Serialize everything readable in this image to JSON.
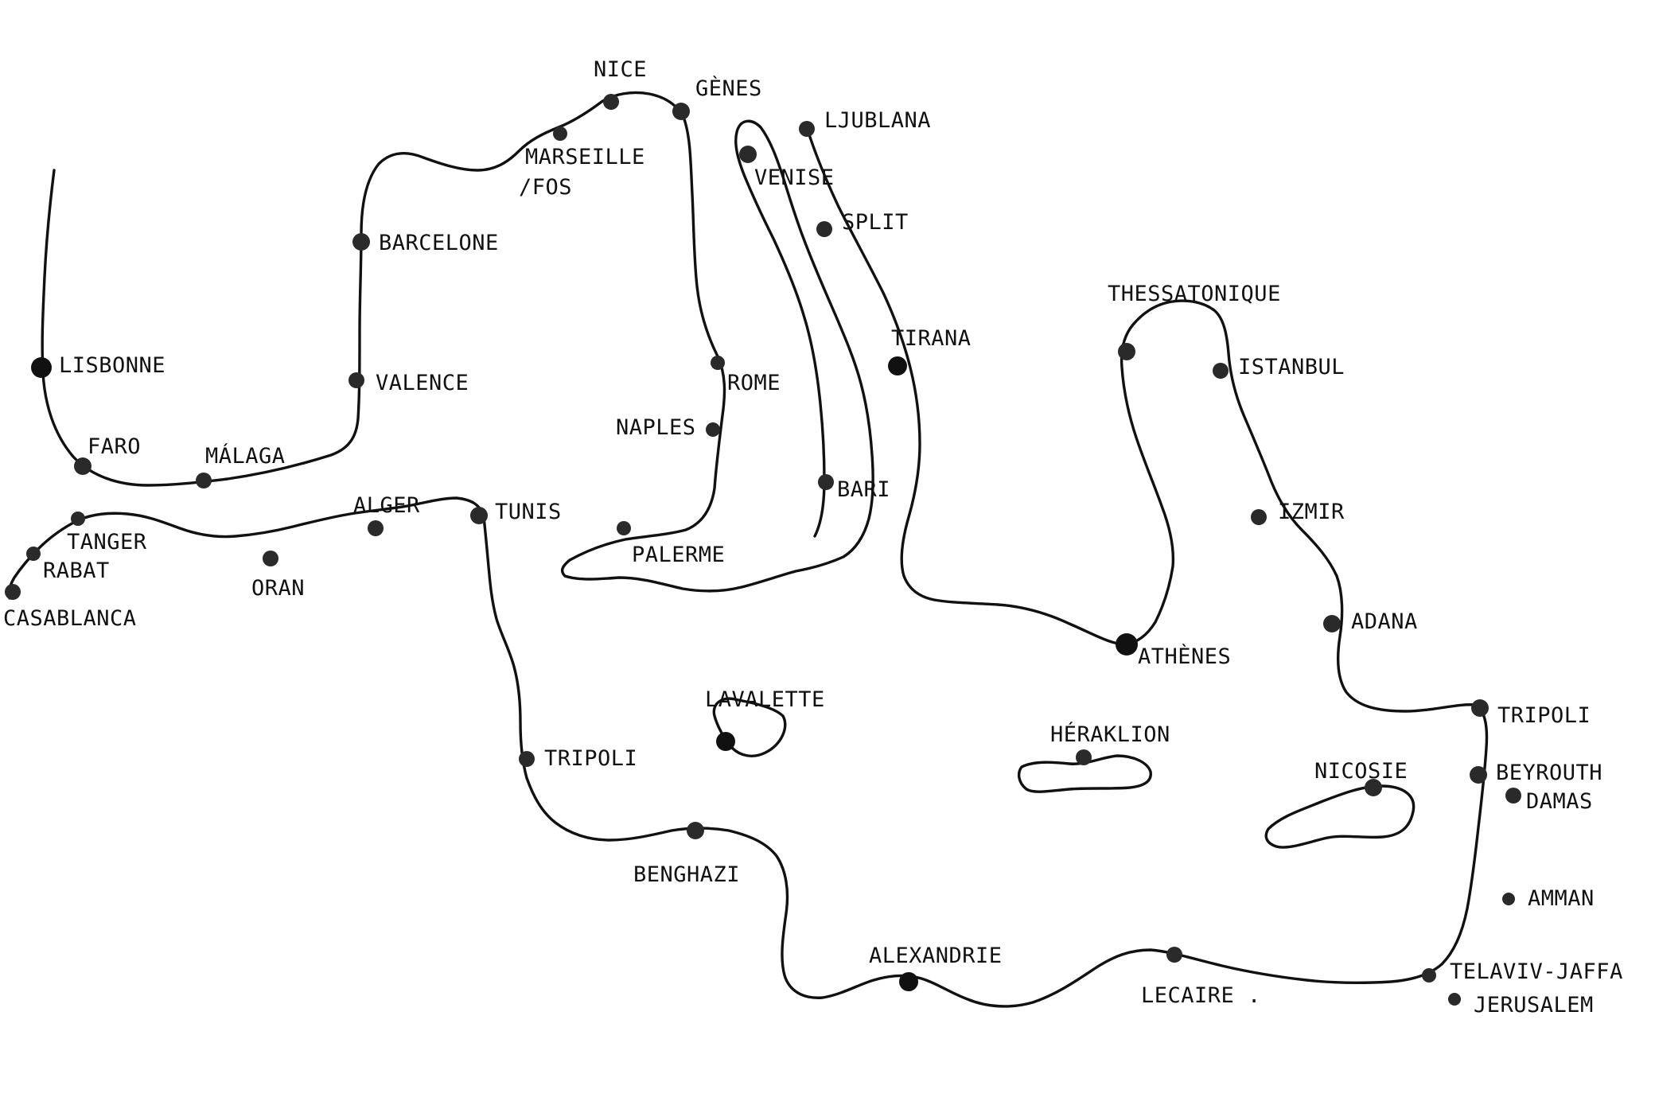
{
  "cities": [
    {
      "id": "nice",
      "name": "NICE"
    },
    {
      "id": "genes",
      "name": "GÈNES"
    },
    {
      "id": "ljublana",
      "name": "LJUBLANA"
    },
    {
      "id": "marseille",
      "name": "MARSEILLE"
    },
    {
      "id": "fos",
      "name": "/FOS"
    },
    {
      "id": "venise",
      "name": "VENISE"
    },
    {
      "id": "split",
      "name": "SPLIT"
    },
    {
      "id": "barcelone",
      "name": "BARCELONE"
    },
    {
      "id": "thessalonique",
      "name": "THESSATONIQUE"
    },
    {
      "id": "lisbonne",
      "name": "LISBONNE"
    },
    {
      "id": "tirana",
      "name": "TIRANA"
    },
    {
      "id": "istanbul",
      "name": "ISTANBUL"
    },
    {
      "id": "valence",
      "name": "VALENCE"
    },
    {
      "id": "rome",
      "name": "ROME"
    },
    {
      "id": "naples",
      "name": "NAPLES"
    },
    {
      "id": "faro",
      "name": "FARO"
    },
    {
      "id": "malaga",
      "name": "MÁLAGA"
    },
    {
      "id": "bari",
      "name": "BARI"
    },
    {
      "id": "alger",
      "name": "ALGER"
    },
    {
      "id": "tunis",
      "name": "TUNIS"
    },
    {
      "id": "izmir",
      "name": "IZMIR"
    },
    {
      "id": "tanger",
      "name": "TANGER"
    },
    {
      "id": "rabat",
      "name": "RABAT"
    },
    {
      "id": "palerme",
      "name": "PALERME"
    },
    {
      "id": "oran",
      "name": "ORAN"
    },
    {
      "id": "casablanca",
      "name": "CASABLANCA"
    },
    {
      "id": "adana",
      "name": "ADANA"
    },
    {
      "id": "athenes",
      "name": "ATHÈNES"
    },
    {
      "id": "lavalette",
      "name": "LAVALETTE"
    },
    {
      "id": "tripoli_lb",
      "name": "TRIPOLI"
    },
    {
      "id": "heraklion",
      "name": "HÉRAKLION"
    },
    {
      "id": "tripoli_ly",
      "name": "TRIPOLI"
    },
    {
      "id": "nicosie",
      "name": "NICOSIE"
    },
    {
      "id": "beyrouth",
      "name": "BEYROUTH"
    },
    {
      "id": "damas",
      "name": "DAMAS"
    },
    {
      "id": "benghazi",
      "name": "BENGHAZI"
    },
    {
      "id": "amman",
      "name": "AMMAN"
    },
    {
      "id": "alexandrie",
      "name": "ALEXANDRIE"
    },
    {
      "id": "telaviv",
      "name": "TELAVIV-JAFFA"
    },
    {
      "id": "lecaire",
      "name": "LECAIRE ."
    },
    {
      "id": "jerusalem",
      "name": "JERUSALEM"
    }
  ]
}
